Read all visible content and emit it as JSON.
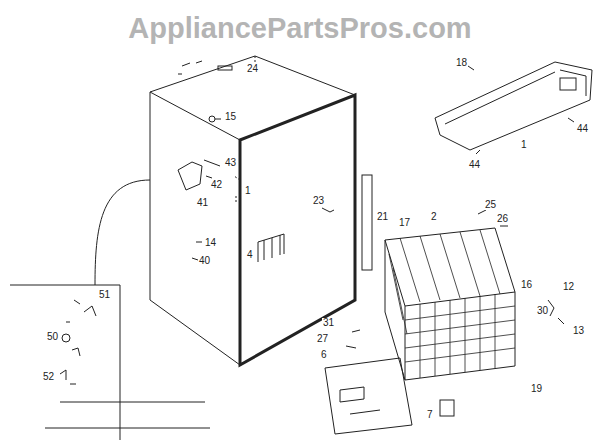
{
  "diagram": {
    "labels": [
      "AppliancePartsPros.com",
      "24",
      "15",
      "43",
      "42",
      "41",
      "1",
      "14",
      "40",
      "4",
      "23",
      "21",
      "18",
      "1",
      "44",
      "44",
      "2",
      "25",
      "26",
      "17",
      "16",
      "12",
      "30",
      "13",
      "31",
      "27",
      "6",
      "7",
      "19",
      "51",
      "50",
      "52"
    ]
  }
}
